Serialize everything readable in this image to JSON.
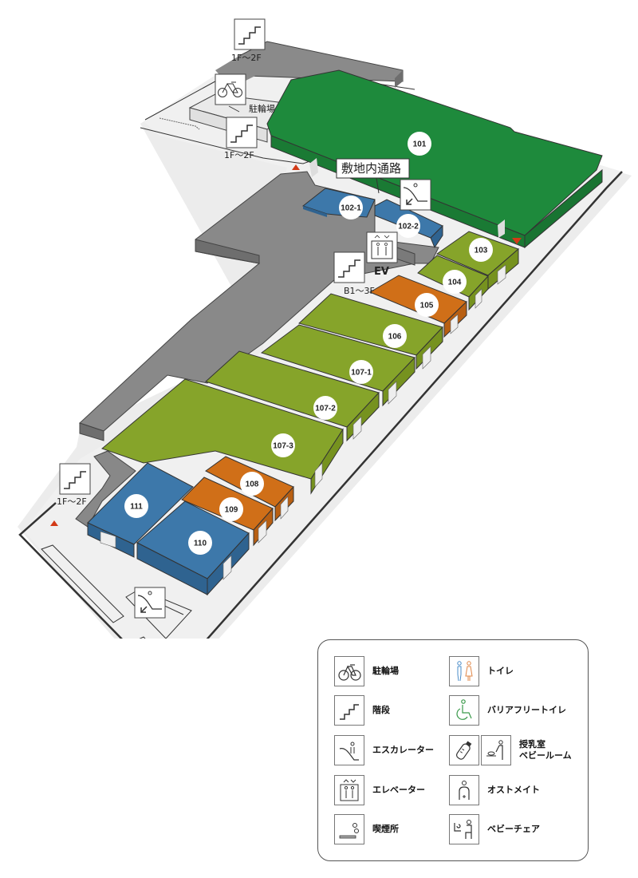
{
  "map": {
    "passage_label": "敷地内通路",
    "shops": [
      {
        "id": "101",
        "category": "green-dark"
      },
      {
        "id": "102-1",
        "category": "blue"
      },
      {
        "id": "102-2",
        "category": "blue"
      },
      {
        "id": "103",
        "category": "olive"
      },
      {
        "id": "104",
        "category": "olive"
      },
      {
        "id": "105",
        "category": "orange"
      },
      {
        "id": "106",
        "category": "olive"
      },
      {
        "id": "107-1",
        "category": "olive"
      },
      {
        "id": "107-2",
        "category": "olive"
      },
      {
        "id": "107-3",
        "category": "olive"
      },
      {
        "id": "108",
        "category": "orange"
      },
      {
        "id": "109",
        "category": "orange"
      },
      {
        "id": "110",
        "category": "blue"
      },
      {
        "id": "111",
        "category": "blue"
      }
    ],
    "facility_labels": {
      "stairs_top": "1F～2F",
      "bicycle": "駐輪場",
      "stairs_mid": "1F～2F",
      "elevator": "EV",
      "stairs_center": "B1～3F",
      "stairs_left": "1F～2F"
    }
  },
  "legend": {
    "items": [
      {
        "icon": "bicycle-icon",
        "label": "駐輪場"
      },
      {
        "icon": "stairs-icon",
        "label": "階段"
      },
      {
        "icon": "escalator-icon",
        "label": "エスカレーター"
      },
      {
        "icon": "elevator-icon",
        "label": "エレベーター"
      },
      {
        "icon": "smoking-icon",
        "label": "喫煙所"
      },
      {
        "icon": "restroom-icon",
        "label": "トイレ"
      },
      {
        "icon": "accessible-restroom-icon",
        "label": "バリアフリートイレ"
      },
      {
        "icon": "nursing-room-icon",
        "label_line1": "授乳室",
        "label_line2": "ベビールーム"
      },
      {
        "icon": "ostomate-icon",
        "label": "オストメイト"
      },
      {
        "icon": "baby-chair-icon",
        "label": "ベビーチェア"
      }
    ]
  },
  "colors": {
    "green_dark": "#1e8a3c",
    "olive": "#86a42a",
    "orange": "#d06f18",
    "blue": "#3d78aa",
    "gray_block": "#878787",
    "floor": "#efefef",
    "entrance_marker": "#d23a17"
  }
}
